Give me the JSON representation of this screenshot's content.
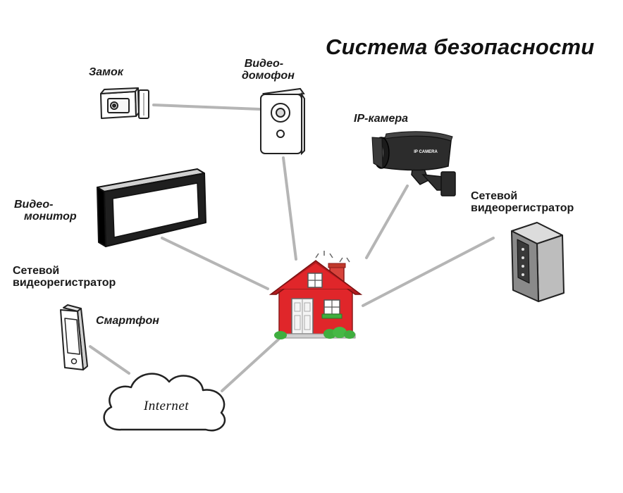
{
  "title": "Система безопасности",
  "nodes": {
    "lock": {
      "label": "Замок",
      "icon": "door-lock-icon"
    },
    "intercom": {
      "label_lines": [
        "Видео-",
        "домофон"
      ],
      "icon": "video-intercom-icon"
    },
    "ip_camera": {
      "label": "IP-камера",
      "camera_text": "IP CAMERA",
      "icon": "ip-camera-icon"
    },
    "nvr_right": {
      "label_lines": [
        "Сетевой",
        "видеорегистратор"
      ],
      "icon": "network-video-recorder-icon"
    },
    "monitor": {
      "label_lines": [
        "Видео-",
        "монитор"
      ],
      "icon": "video-monitor-icon"
    },
    "nvr_left": {
      "label_lines": [
        "Сетевой",
        "видеорегистратор"
      ]
    },
    "smartphone": {
      "label": "Смартфон",
      "icon": "smartphone-icon"
    },
    "internet": {
      "label": "Internet",
      "icon": "cloud-icon"
    },
    "house": {
      "icon": "house-icon"
    }
  },
  "colors": {
    "connector": "#b5b5b5",
    "house_wall": "#e0262a",
    "house_roof": "#b11c20",
    "chimney": "#d8433b",
    "bushes": "#3fae3f",
    "device_outline": "#222222",
    "camera_body": "#2c2c2c"
  }
}
